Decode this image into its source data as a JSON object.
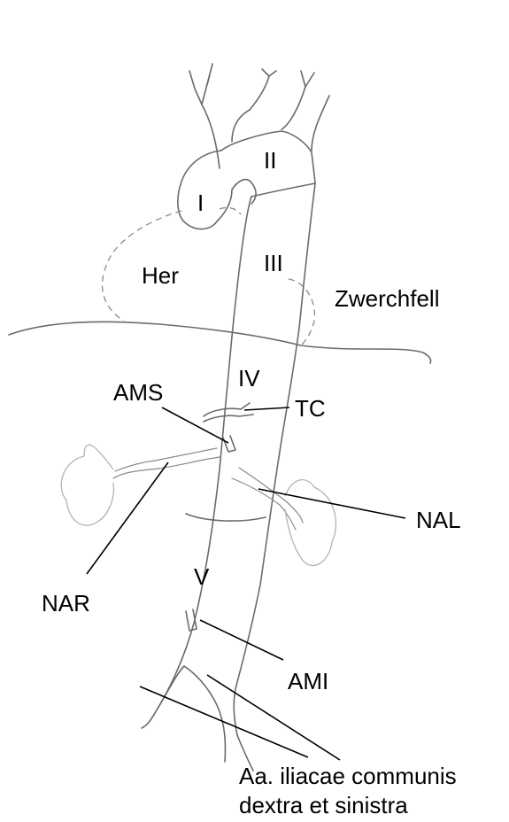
{
  "labels": {
    "segment_1": "I",
    "segment_2": "II",
    "segment_3": "III",
    "segment_4": "IV",
    "segment_5": "V",
    "heart": "Her",
    "diaphragm": "Zwerchfell",
    "ams": "AMS",
    "tc": "TC",
    "nal": "NAL",
    "nar": "NAR",
    "ami": "AMI",
    "iliac_line1": "Aa. iliacae communis",
    "iliac_line2": "dextra et sinistra"
  }
}
